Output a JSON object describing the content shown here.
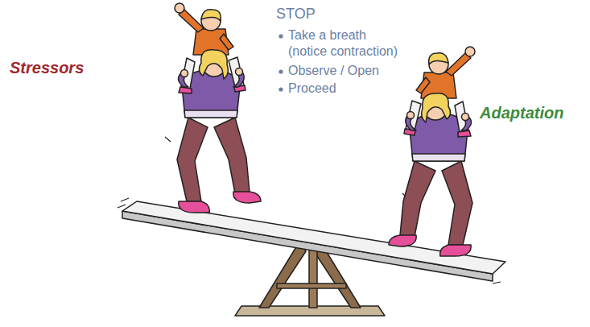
{
  "diagram": {
    "labels": [
      "STOP",
      "Take a breath (notice contraction)",
      "Observe / Open",
      "Proceed",
      "Stressors",
      "Adaptation"
    ]
  }
}
